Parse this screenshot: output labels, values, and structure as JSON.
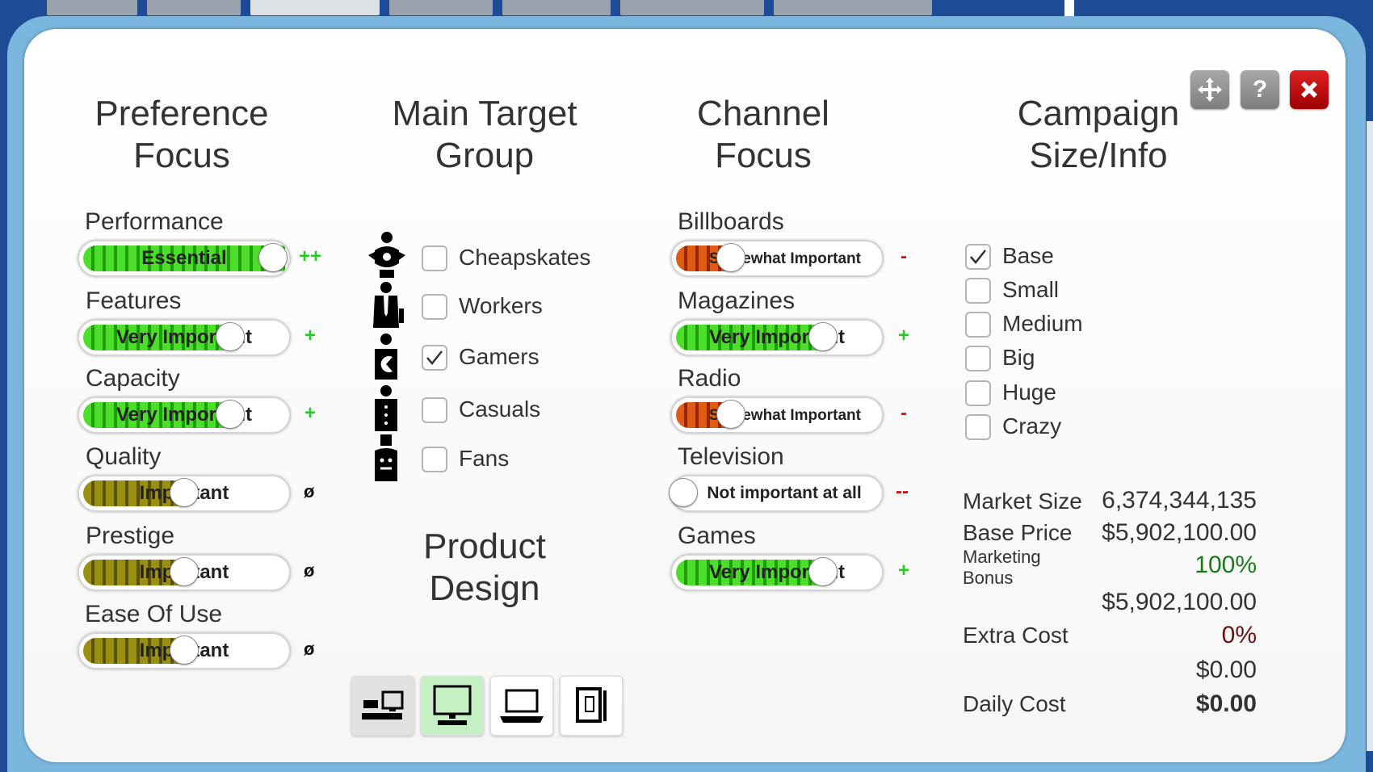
{
  "window": {
    "move_icon": "move-icon",
    "help_label": "?",
    "close_icon": "close-icon"
  },
  "columns": {
    "preference": "Preference Focus",
    "target": "Main Target Group",
    "channel": "Channel Focus",
    "campaign": "Campaign Size/Info",
    "design": "Product Design"
  },
  "preferences": [
    {
      "label": "Performance",
      "value": "Essential",
      "mark": "++",
      "level": 1.0
    },
    {
      "label": "Features",
      "value": "Very Important",
      "mark": "+",
      "level": 0.75
    },
    {
      "label": "Capacity",
      "value": "Very Important",
      "mark": "+",
      "level": 0.75
    },
    {
      "label": "Quality",
      "value": "Important",
      "mark": "ø",
      "level": 0.5
    },
    {
      "label": "Prestige",
      "value": "Important",
      "mark": "ø",
      "level": 0.5
    },
    {
      "label": "Ease Of Use",
      "value": "Important",
      "mark": "ø",
      "level": 0.5
    }
  ],
  "targets": [
    {
      "label": "Cheapskates",
      "checked": false
    },
    {
      "label": "Workers",
      "checked": false
    },
    {
      "label": "Gamers",
      "checked": true
    },
    {
      "label": "Casuals",
      "checked": false
    },
    {
      "label": "Fans",
      "checked": false
    }
  ],
  "channels": [
    {
      "label": "Billboards",
      "value": "Somewhat Important",
      "mark": "-",
      "level": 0.25
    },
    {
      "label": "Magazines",
      "value": "Very Important",
      "mark": "+",
      "level": 0.75
    },
    {
      "label": "Radio",
      "value": "Somewhat Important",
      "mark": "-",
      "level": 0.25
    },
    {
      "label": "Television",
      "value": "Not important at all",
      "mark": "--",
      "level": 0.0
    },
    {
      "label": "Games",
      "value": "Very Important",
      "mark": "+",
      "level": 0.75
    }
  ],
  "sizes": [
    {
      "label": "Base",
      "checked": true
    },
    {
      "label": "Small",
      "checked": false
    },
    {
      "label": "Medium",
      "checked": false
    },
    {
      "label": "Big",
      "checked": false
    },
    {
      "label": "Huge",
      "checked": false
    },
    {
      "label": "Crazy",
      "checked": false
    }
  ],
  "info": {
    "market_size_label": "Market Size",
    "market_size": "6,374,344,135",
    "base_price_label": "Base Price",
    "base_price": "$5,902,100.00",
    "marketing_bonus_label": "Marketing Bonus",
    "marketing_bonus": "100%",
    "bonus_total": "$5,902,100.00",
    "extra_cost_label": "Extra Cost",
    "extra_cost_pct": "0%",
    "extra_cost": "$0.00",
    "daily_cost_label": "Daily Cost",
    "daily_cost": "$0.00"
  },
  "design_options": [
    "desktop-setup-icon",
    "monitor-icon",
    "laptop-icon",
    "tablet-icon"
  ],
  "colors": {
    "green": "#4ddd2b",
    "olive": "#9b8f13",
    "red": "#e05b13",
    "bonus": "#1a7a1a",
    "extra": "#6a1010",
    "frame": "#7ab6dd",
    "close": "#c00000"
  }
}
